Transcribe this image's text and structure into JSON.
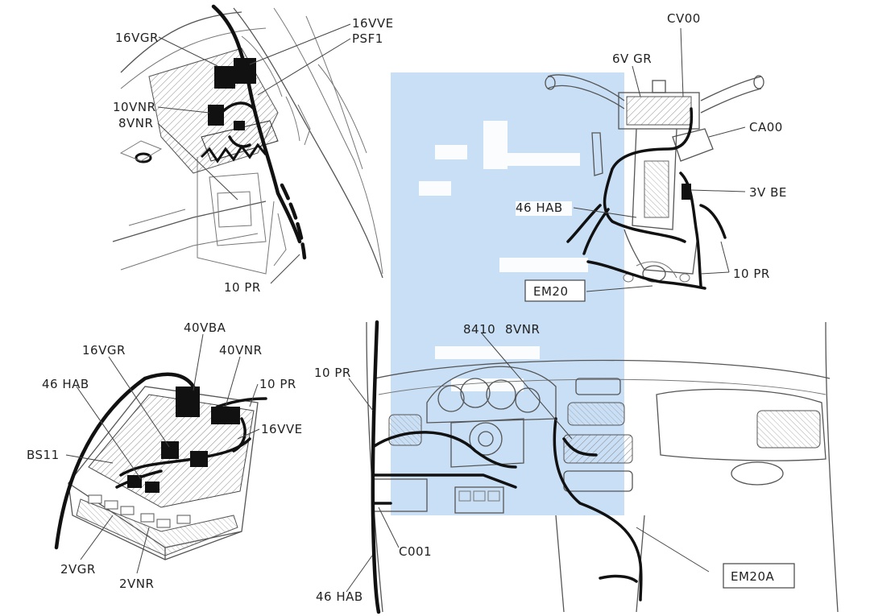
{
  "watermark": {
    "color": "#4f95e0"
  },
  "quadrant_top_left": {
    "labels": [
      "16VGR",
      "16VVE",
      "PSF1",
      "10VNR",
      "8VNR",
      "10 PR"
    ]
  },
  "quadrant_top_right": {
    "labels": [
      "CV00",
      "6V GR",
      "CA00",
      "3V BE",
      "46 HAB",
      "10 PR"
    ],
    "box_label": "EM20"
  },
  "quadrant_bottom_left": {
    "labels": [
      "40VBA",
      "16VGR",
      "40VNR",
      "46 HAB",
      "10 PR",
      "16VVE",
      "BS11",
      "2VGR",
      "2VNR"
    ]
  },
  "quadrant_bottom_right": {
    "labels": [
      "8410",
      "8VNR",
      "10 PR",
      "C001",
      "46 HAB"
    ],
    "box_label": "EM20A"
  }
}
